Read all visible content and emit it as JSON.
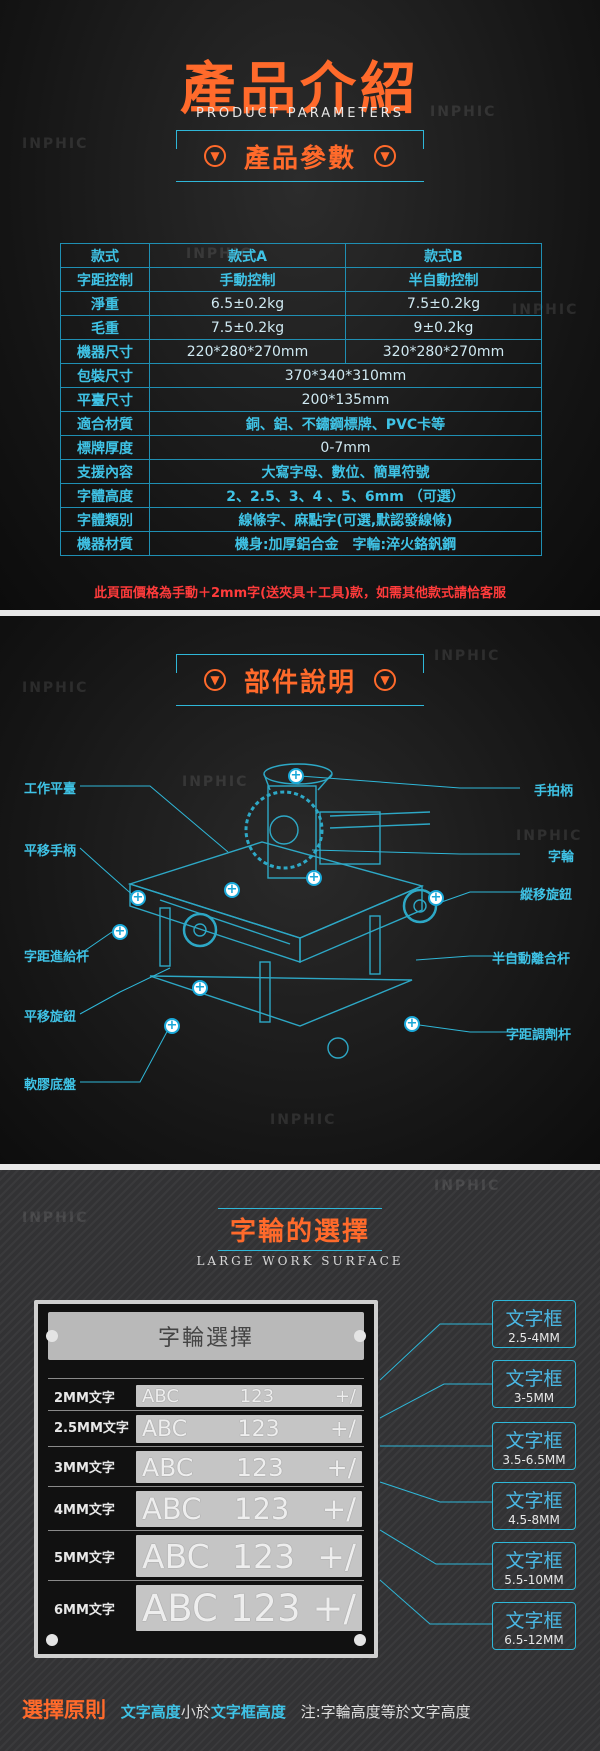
{
  "watermark": "INPHIC",
  "section1": {
    "title": "產品介紹",
    "subtitle": "PRODUCT PARAMETERS",
    "pill": "產品參數",
    "header": [
      "款式",
      "款式A",
      "款式B"
    ],
    "rows": [
      {
        "k": "字距控制",
        "a": "手動控制",
        "b": "半自動控制"
      },
      {
        "k": "淨重",
        "a": "6.5±0.2kg",
        "b": "7.5±0.2kg"
      },
      {
        "k": "毛重",
        "a": "7.5±0.2kg",
        "b": "9±0.2kg"
      },
      {
        "k": "機器尺寸",
        "a": "220*280*270mm",
        "b": "320*280*270mm"
      },
      {
        "k": "包裝尺寸",
        "v": "370*340*310mm"
      },
      {
        "k": "平臺尺寸",
        "v": "200*135mm"
      },
      {
        "k": "適合材質",
        "v": "銅、鋁、不鏽鋼標牌、PVC卡等"
      },
      {
        "k": "標牌厚度",
        "v": "0-7mm"
      },
      {
        "k": "支援內容",
        "v": "大寫字母、數位、簡單符號"
      },
      {
        "k": "字體高度",
        "v": "2、2.5、3、4 、5、6mm （可選）"
      },
      {
        "k": "字體類別",
        "v": "線條字、麻點字(可選,默認發線條)"
      },
      {
        "k": "機器材質",
        "v": "機身:加厚鋁合金　字輪:淬火鉻釩鋼"
      }
    ],
    "note": "此頁面價格為手動＋2mm字(送夾具＋工具)款，如需其他款式請恰客服"
  },
  "section2": {
    "pill": "部件說明",
    "labels_left": [
      "工作平臺",
      "平移手柄",
      "字距進給杆",
      "平移旋鈕",
      "軟膠底盤"
    ],
    "labels_right": [
      "手拍柄",
      "字輪",
      "縱移旋鈕",
      "半自動離合杆",
      "字距調劑杆"
    ]
  },
  "section3": {
    "title": "字輪的選擇",
    "subtitle": "LARGE WORK SURFACE",
    "plate_title": "字輪選擇",
    "rows": [
      {
        "size": "2MM文字",
        "text": "ABC",
        "num": "123",
        "sym": "+/"
      },
      {
        "size": "2.5MM文字",
        "text": "ABC",
        "num": "123",
        "sym": "+/"
      },
      {
        "size": "3MM文字",
        "text": "ABC",
        "num": "123",
        "sym": "+/"
      },
      {
        "size": "4MM文字",
        "text": "ABC",
        "num": "123",
        "sym": "+/"
      },
      {
        "size": "5MM文字",
        "text": "ABC",
        "num": "123",
        "sym": "+/"
      },
      {
        "size": "6MM文字",
        "text": "ABC",
        "num": "123",
        "sym": "+/"
      }
    ],
    "frames": [
      {
        "label": "文字框",
        "range": "2.5-4MM"
      },
      {
        "label": "文字框",
        "range": "3-5MM"
      },
      {
        "label": "文字框",
        "range": "3.5-6.5MM"
      },
      {
        "label": "文字框",
        "range": "4.5-8MM"
      },
      {
        "label": "文字框",
        "range": "5.5-10MM"
      },
      {
        "label": "文字框",
        "range": "6.5-12MM"
      }
    ],
    "footer": {
      "lead": "選擇原則",
      "p1": "文字高度",
      "p2": "小於",
      "p3": "文字框高度",
      "p4": "注:字輪高度等於文字高度"
    }
  },
  "colors": {
    "accent": "#ff6a2b",
    "cyan": "#2fb7d8",
    "warn": "#ff3b3b"
  }
}
